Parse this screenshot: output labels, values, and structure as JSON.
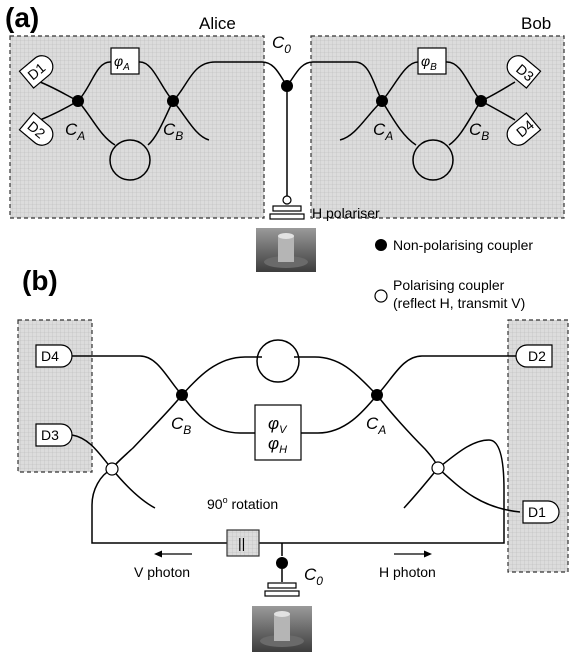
{
  "panel_a": {
    "label": "(a)",
    "alice": "Alice",
    "bob": "Bob",
    "c0": "C",
    "c0_sub": "0",
    "ca": "C",
    "ca_sub": "A",
    "cb": "C",
    "cb_sub": "B",
    "phi": "φ",
    "phi_a_sub": "A",
    "phi_b_sub": "B",
    "detectors": [
      "D1",
      "D2",
      "D3",
      "D4"
    ],
    "polariser": "H polariser"
  },
  "legend": {
    "filled": "Non-polarising coupler",
    "open_line1": "Polarising coupler",
    "open_line2": "(reflect H, transmit V)"
  },
  "panel_b": {
    "label": "(b)",
    "detectors": [
      "D4",
      "D3",
      "D2",
      "D1"
    ],
    "cb": "C",
    "cb_sub": "B",
    "ca": "C",
    "ca_sub": "A",
    "c0": "C",
    "c0_sub": "0",
    "phi": "φ",
    "phi_v_sub": "V",
    "phi_h_sub": "H",
    "rotation_main": "90",
    "rotation_sup": "o",
    "rotation_rest": " rotation",
    "rotation_symbol": "||",
    "v_photon": "V photon",
    "h_photon": "H photon"
  }
}
